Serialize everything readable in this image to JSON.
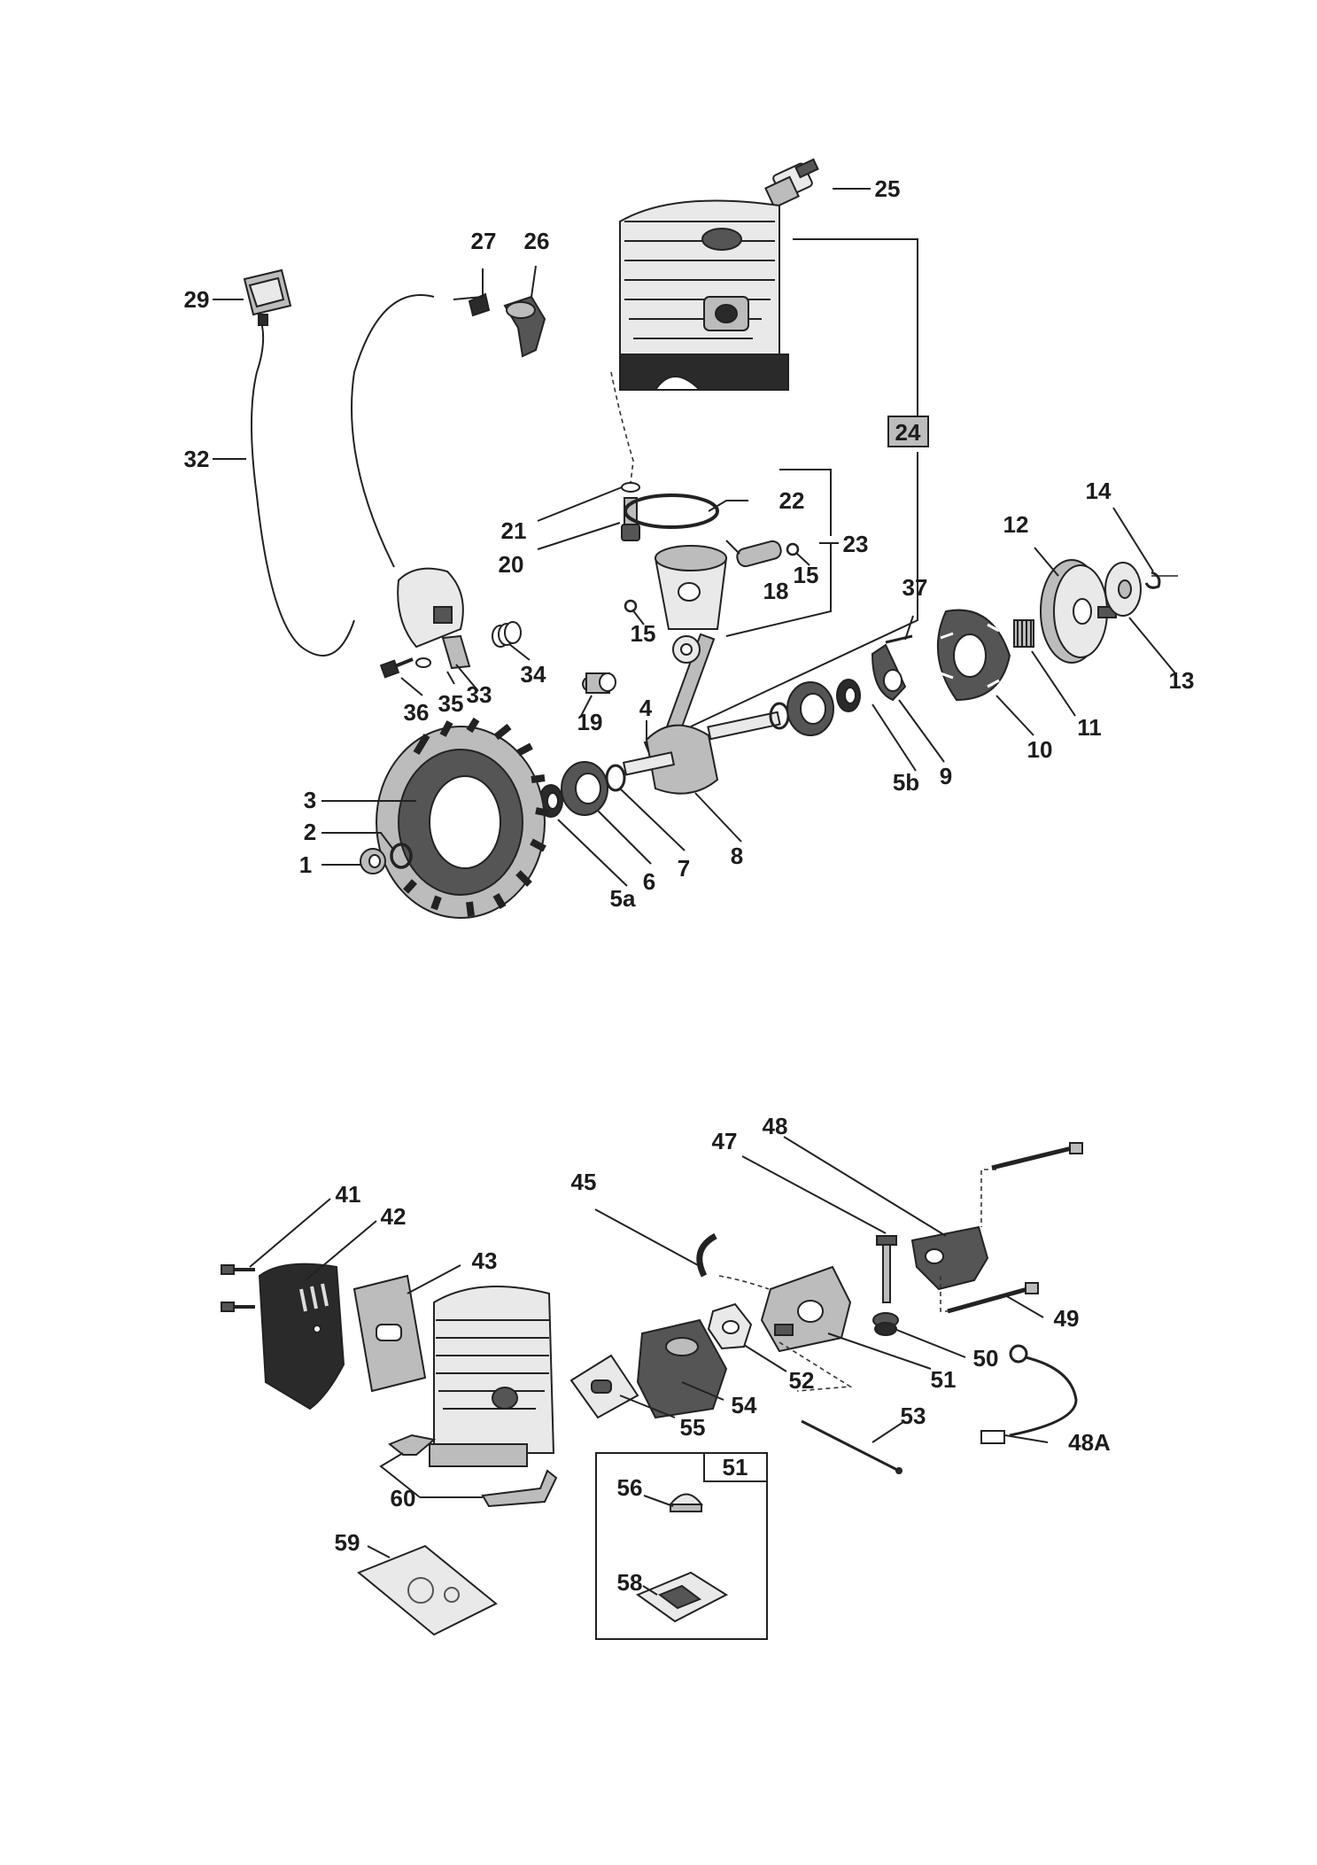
{
  "diagram": {
    "upper_labels": [
      "1",
      "2",
      "3",
      "4",
      "5a",
      "5b",
      "6",
      "7",
      "8",
      "9",
      "10",
      "11",
      "12",
      "13",
      "14",
      "15",
      "15",
      "18",
      "19",
      "20",
      "21",
      "22",
      "23",
      "24",
      "25",
      "26",
      "27",
      "29",
      "32",
      "33",
      "34",
      "35",
      "36",
      "37"
    ],
    "lower_labels": [
      "41",
      "42",
      "43",
      "45",
      "47",
      "48",
      "48A",
      "49",
      "50",
      "51",
      "52",
      "53",
      "54",
      "55",
      "56",
      "58",
      "59",
      "60"
    ],
    "kit_box_label": "51"
  }
}
